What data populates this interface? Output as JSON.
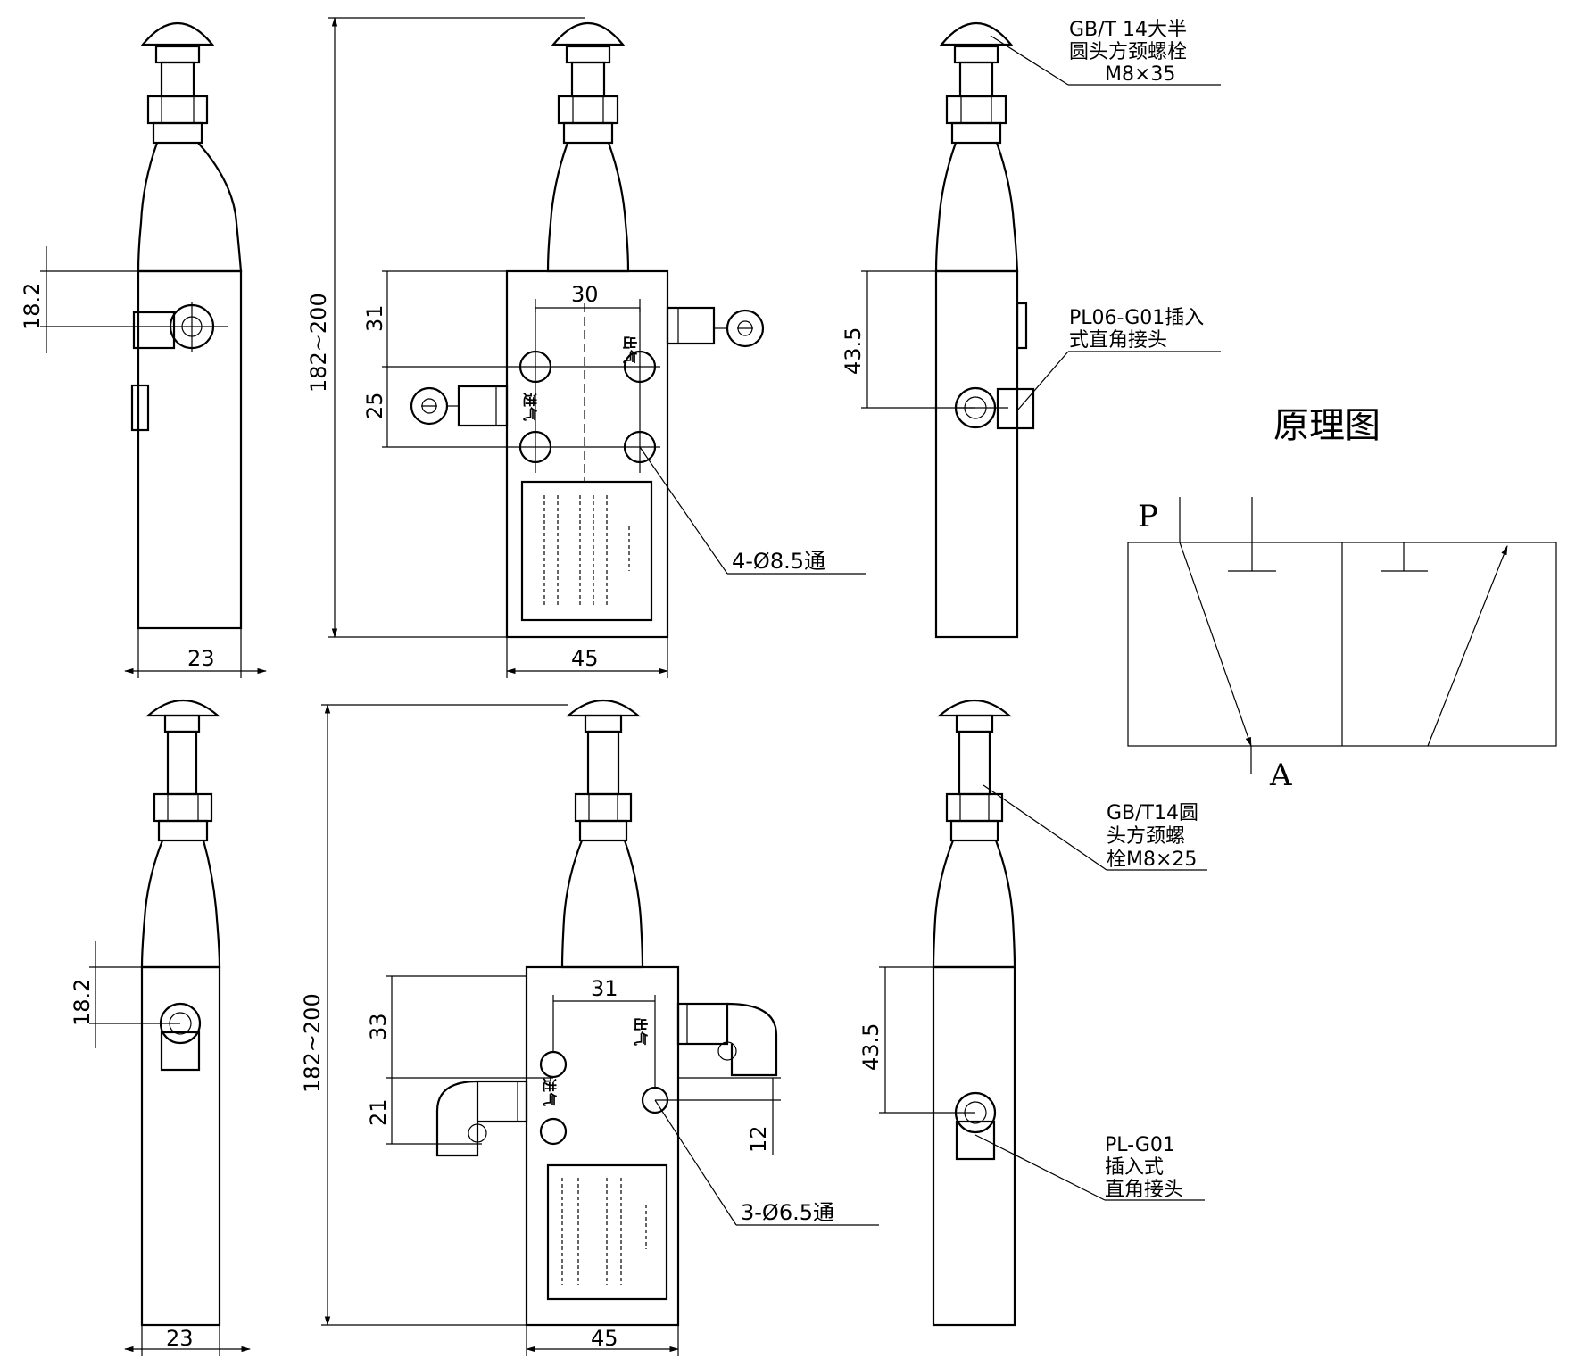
{
  "dimensions": {
    "tl_body_width": "23",
    "tl_port_height": "18.2",
    "tc_total_height": "182~200",
    "tc_dim_31": "31",
    "tc_dim_25": "25",
    "tc_dim_30": "30",
    "tc_body_width": "45",
    "tr_port_height": "43.5",
    "bl_body_width": "23",
    "bl_port_height": "18.2",
    "bc_total_height": "182~200",
    "bc_dim_33": "33",
    "bc_dim_21": "21",
    "bc_dim_31": "31",
    "bc_dim_12": "12",
    "bc_body_width": "45",
    "br_port_height": "43.5"
  },
  "ports": {
    "inlet": "进气",
    "outlet": "出气"
  },
  "callouts": {
    "holes_top": "4-Ø8.5通",
    "holes_bottom": "3-Ø6.5通",
    "bolt_top": [
      "GB/T 14大半",
      "圆头方颈螺栓",
      "M8×35"
    ],
    "fitting_top": [
      "PL06-G01插入",
      "式直角接头"
    ],
    "bolt_bottom": [
      "GB/T14圆",
      "头方颈螺",
      "栓M8×25"
    ],
    "fitting_bottom": [
      "PL-G01",
      "插入式",
      "直角接头"
    ]
  },
  "schematic": {
    "title": "原理图",
    "port_p": "P",
    "port_a": "A"
  }
}
